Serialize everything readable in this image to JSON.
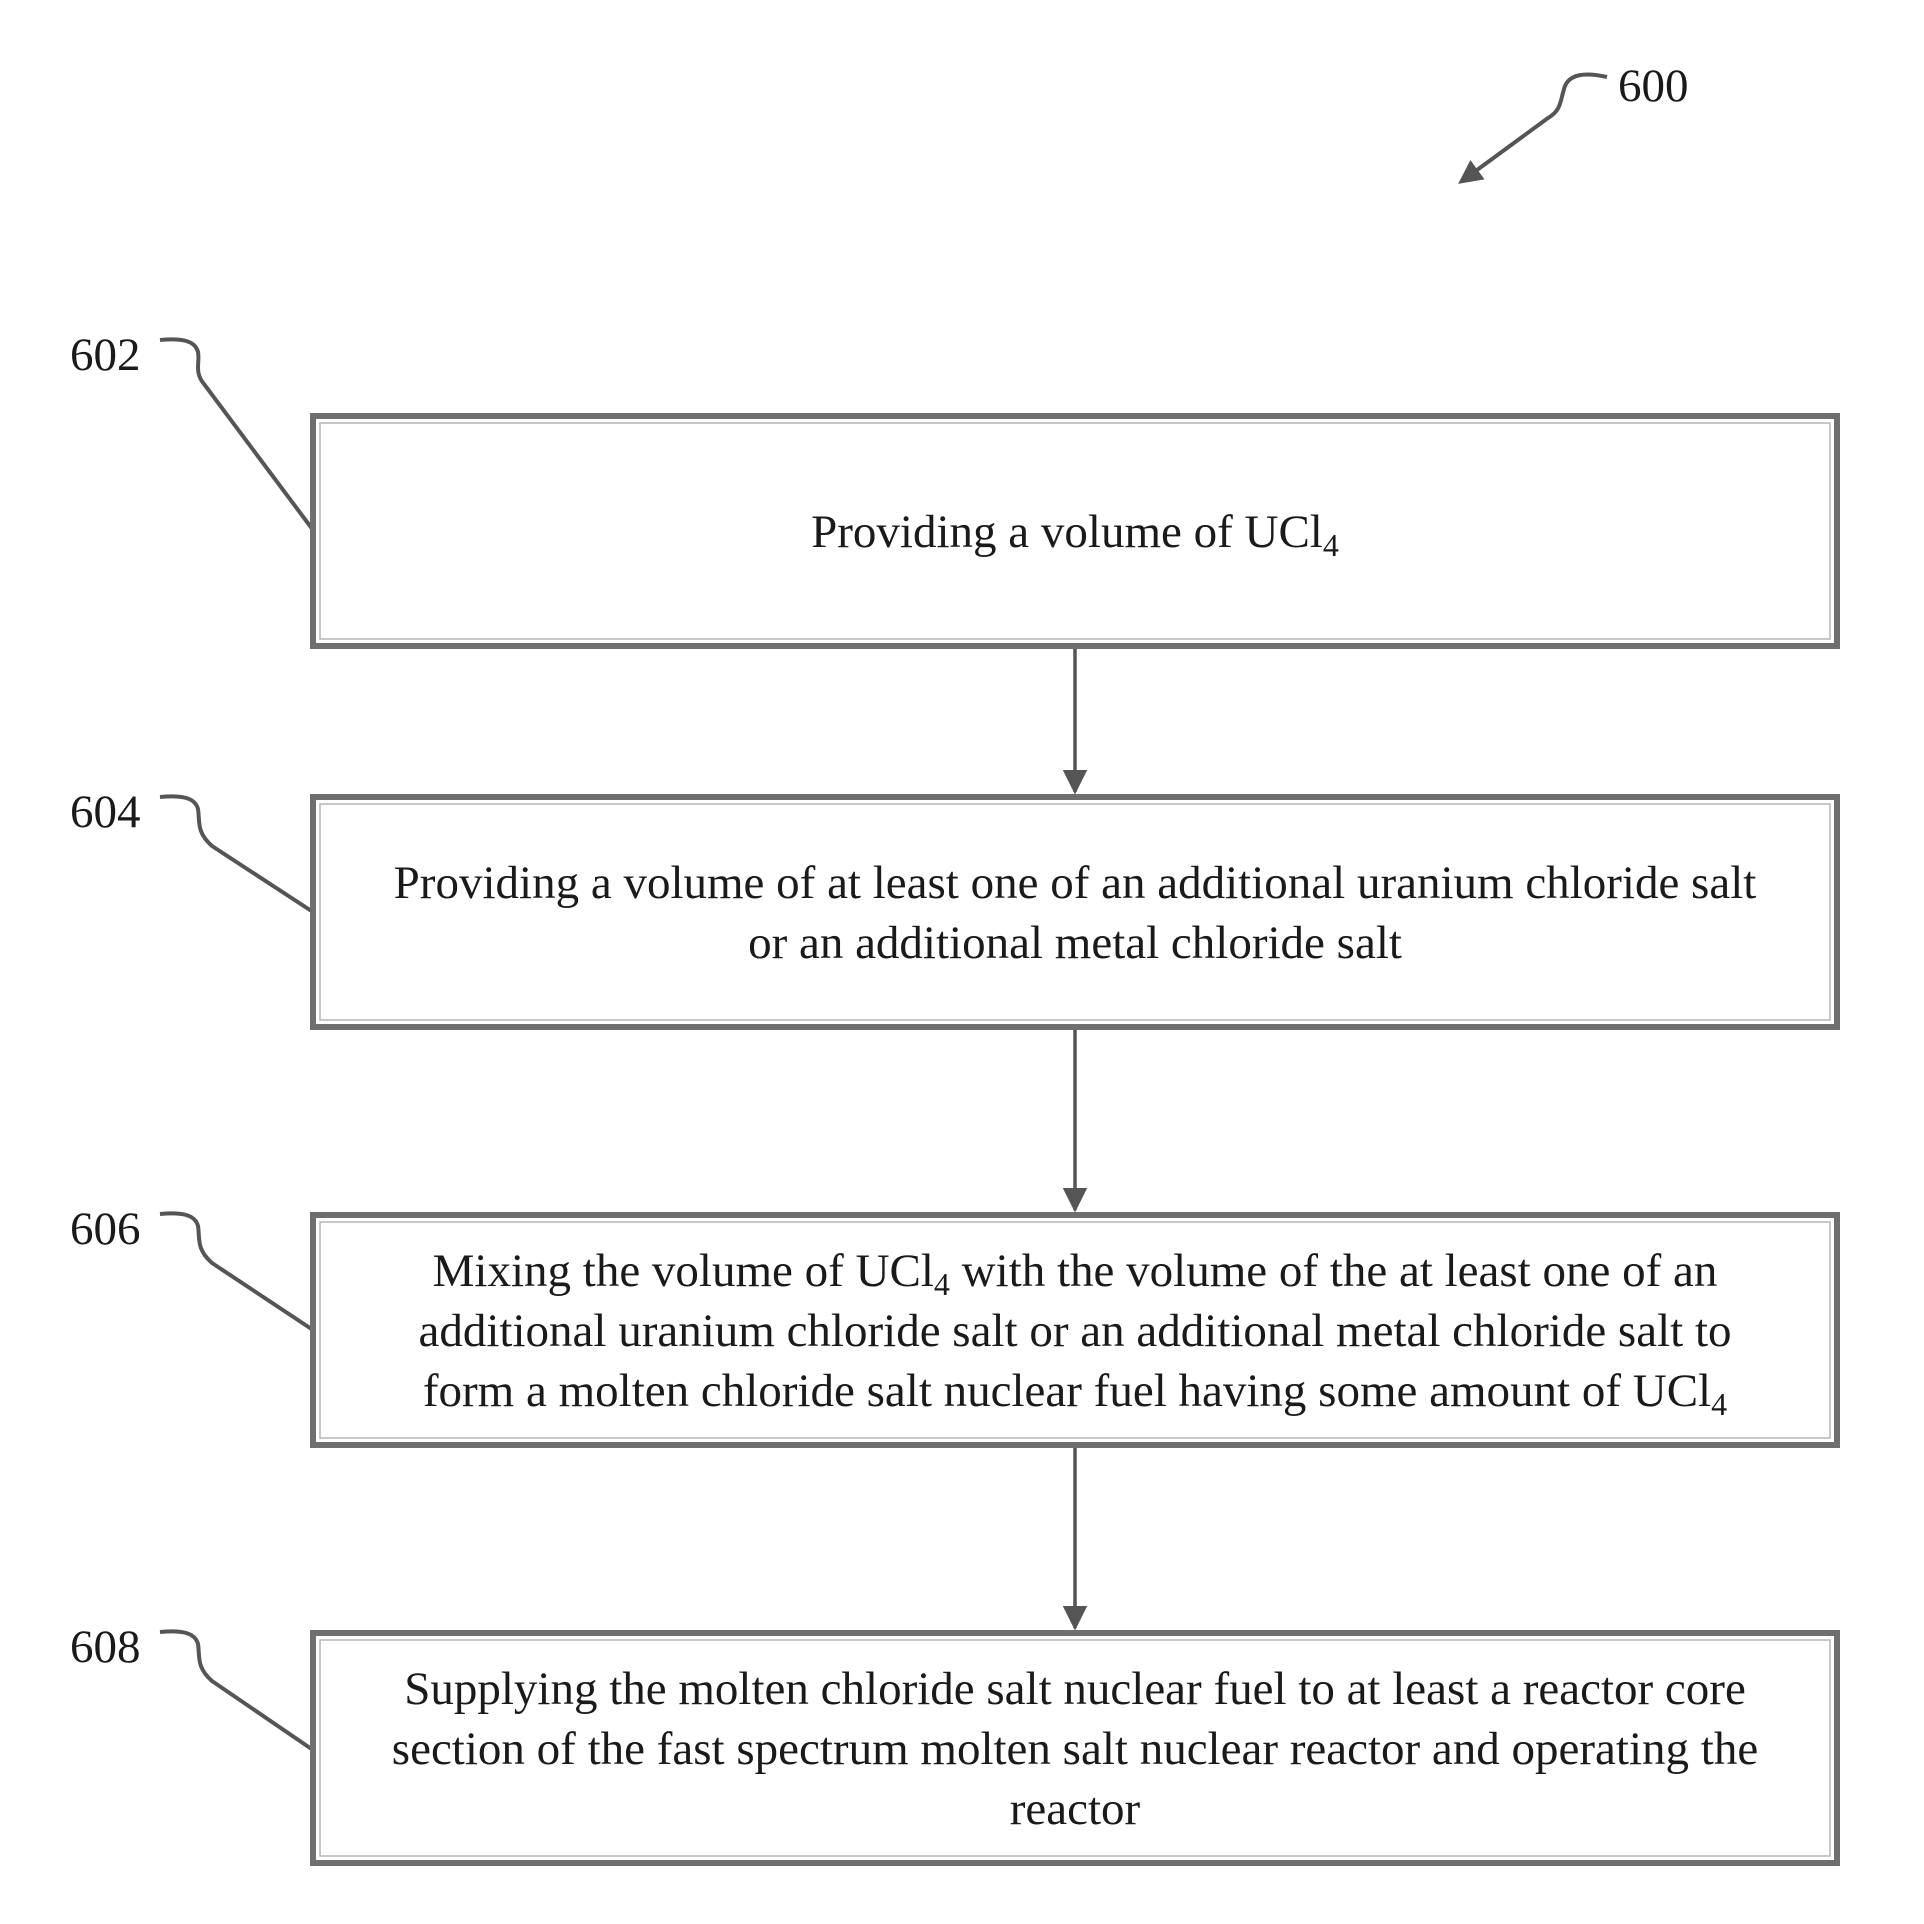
{
  "figure": {
    "ref": "600"
  },
  "steps": [
    {
      "ref": "602",
      "lines": [
        [
          {
            "t": "Providing a volume of UCl"
          },
          {
            "t": "4",
            "sub": true
          }
        ]
      ]
    },
    {
      "ref": "604",
      "lines": [
        [
          {
            "t": "Providing a volume of at least one of an additional uranium chloride salt"
          }
        ],
        [
          {
            "t": "or an additional metal chloride salt"
          }
        ]
      ]
    },
    {
      "ref": "606",
      "lines": [
        [
          {
            "t": "Mixing the volume of UCl"
          },
          {
            "t": "4",
            "sub": true
          },
          {
            "t": " with the volume of the at least one of an"
          }
        ],
        [
          {
            "t": "additional uranium chloride salt or an additional metal chloride salt to"
          }
        ],
        [
          {
            "t": "form a molten chloride salt nuclear fuel having some amount of UCl"
          },
          {
            "t": "4",
            "sub": true
          }
        ]
      ]
    },
    {
      "ref": "608",
      "lines": [
        [
          {
            "t": "Supplying the molten chloride salt nuclear fuel to at least a reactor core"
          }
        ],
        [
          {
            "t": "section of the fast spectrum molten salt nuclear reactor and operating the"
          }
        ],
        [
          {
            "t": "reactor"
          }
        ]
      ]
    }
  ]
}
